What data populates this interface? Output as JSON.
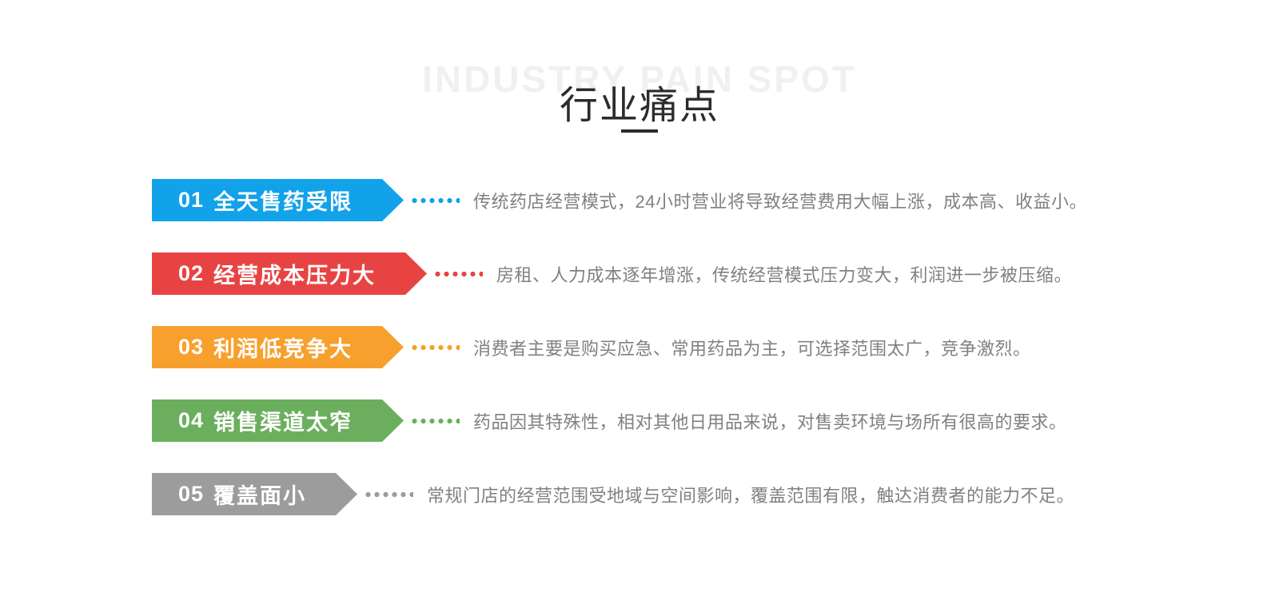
{
  "page": {
    "background_color": "#ffffff"
  },
  "header": {
    "watermark": "INDUSTRY PAIN SPOT",
    "watermark_color": "#f0f0f0",
    "title": "行业痛点",
    "title_color": "#2b2b2b"
  },
  "pain_points": [
    {
      "number": "01",
      "label": "全天售药受限",
      "color": "#12a2e9",
      "description": "传统药店经营模式，24小时营业将导致经营费用大幅上涨，成本高、收益小。"
    },
    {
      "number": "02",
      "label": "经营成本压力大",
      "color": "#e84343",
      "description": "房租、人力成本逐年增涨，传统经营模式压力变大，利润进一步被压缩。"
    },
    {
      "number": "03",
      "label": "利润低竞争大",
      "color": "#f7a02d",
      "description": "消费者主要是购买应急、常用药品为主，可选择范围太广，竞争激烈。"
    },
    {
      "number": "04",
      "label": "销售渠道太窄",
      "color": "#6baf5e",
      "description": "药品因其特殊性，相对其他日用品来说，对售卖环境与场所有很高的要求。"
    },
    {
      "number": "05",
      "label": "覆盖面小",
      "color": "#9c9c9c",
      "description": "常规门店的经营范围受地域与空间影响，覆盖范围有限，触达消费者的能力不足。"
    }
  ]
}
